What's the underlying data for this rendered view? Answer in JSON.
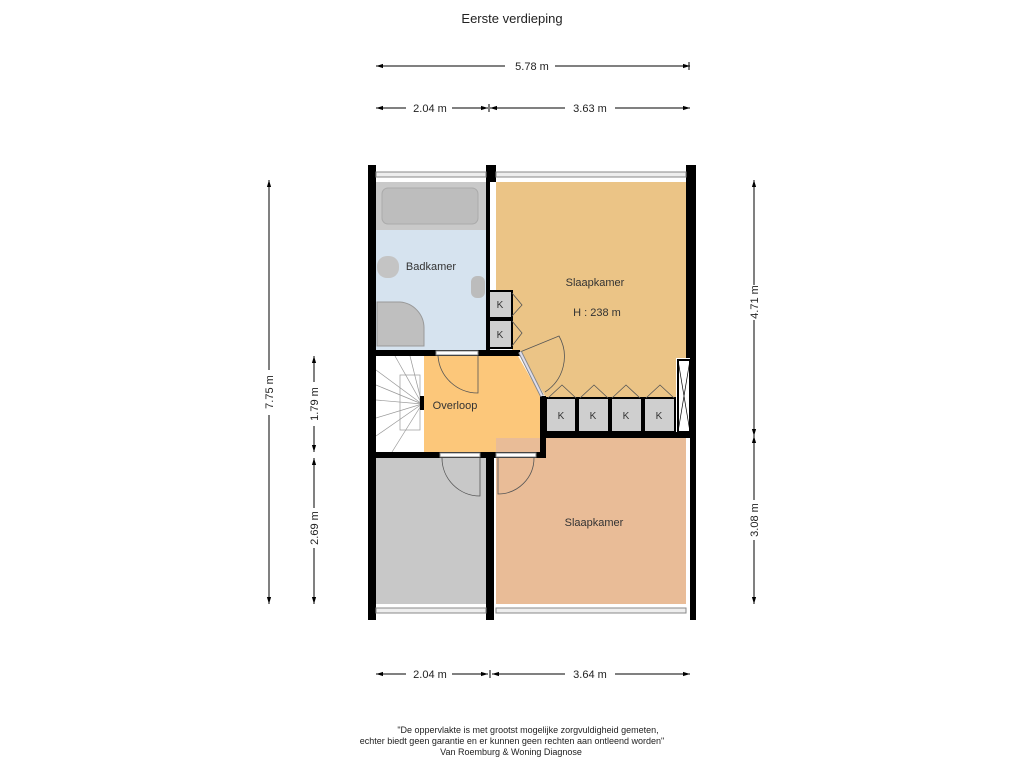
{
  "title": "Eerste verdieping",
  "dimensions": {
    "top_total": "5.78 m",
    "top_left": "2.04 m",
    "top_right": "3.63 m",
    "bottom_left": "2.04 m",
    "bottom_right": "3.64 m",
    "left_total": "7.75 m",
    "left_upper": "1.79 m",
    "left_lower": "2.69 m",
    "right_upper": "4.71 m",
    "right_lower": "3.08 m"
  },
  "rooms": {
    "bathroom": "Badkamer",
    "bedroom_top": "Slaapkamer",
    "bedroom_top_height": "H : 238 m",
    "landing": "Overloop",
    "bedroom_bottom": "Slaapkamer"
  },
  "closet_label": "K",
  "colors": {
    "bathroom": "#d6e3ef",
    "bedroom_top": "#ebc486",
    "landing": "#fcc77a",
    "bedroom_bottom": "#e9bc97",
    "storage": "#c8c8c8",
    "wall": "#000000"
  },
  "footer": {
    "line1": "\"De oppervlakte is met grootst mogelijke zorgvuldigheid gemeten,",
    "line2": "echter biedt geen garantie en er kunnen geen rechten aan ontleend worden\"",
    "line3": "Van Roemburg & Woning Diagnose"
  }
}
